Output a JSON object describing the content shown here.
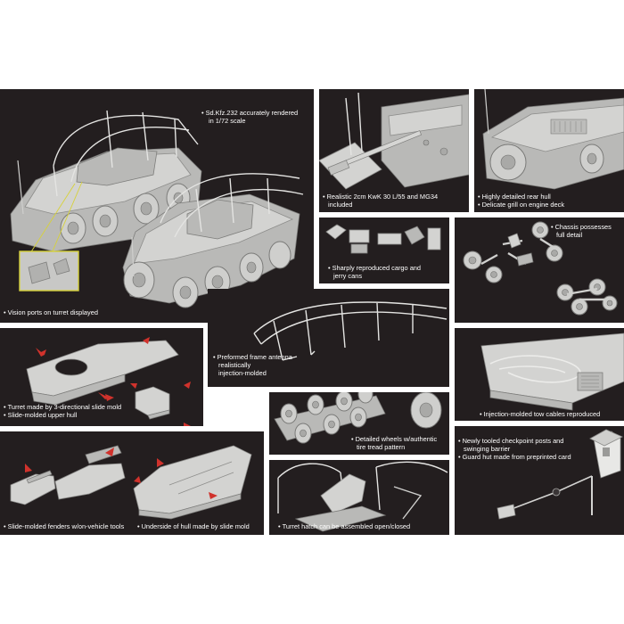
{
  "background_color": "#ffffff",
  "panel_color": "#231e1f",
  "arrow_color": "#d0322c",
  "captions": {
    "main": [
      "Sd.Kfz.232 accurately rendered",
      "in 1/72 scale"
    ],
    "vision_ports": "Vision ports on turret displayed",
    "kwk": [
      "Realistic 2cm KwK 30 L/55 and MG34",
      "included"
    ],
    "rear_hull": [
      "Highly detailed rear hull",
      "Delicate grill on engine deck"
    ],
    "cargo": [
      "Sharply reproduced cargo and",
      "jerry cans"
    ],
    "chassis": [
      "Chassis possesses",
      "full detail"
    ],
    "antenna": [
      "Preformed frame antenna",
      "realistically",
      "injection-molded"
    ],
    "turret": [
      "Turret made by 3-directional slide mold",
      "Slide-molded upper hull"
    ],
    "tow_cables": "Injection-molded tow cables reproduced",
    "wheels": [
      "Detailed wheels w/authentic",
      "tire tread pattern"
    ],
    "checkpoint": [
      "Newly tooled checkpoint posts and",
      "swinging barrier",
      "Guard hut made from preprinted card"
    ],
    "fenders": "Slide-molded fenders w/on-vehicle tools",
    "underside": "Underside of hull made by slide mold",
    "hatch": "Turret hatch can be assembled open/closed"
  }
}
